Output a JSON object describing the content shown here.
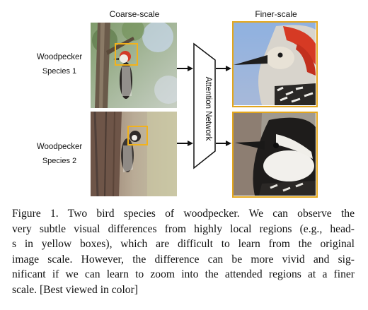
{
  "figure": {
    "header_coarse": "Coarse-scale",
    "header_finer": "Finer-scale",
    "network_label": "Attention Network",
    "rows": [
      {
        "title": "Woodpecker",
        "subtitle": "Species 1"
      },
      {
        "title": "Woodpecker",
        "subtitle": "Species 2"
      }
    ],
    "colors": {
      "attention_box": "#f2b21b",
      "frame": "#e3a61c",
      "arrow": "#111111"
    },
    "icons": [
      "woodpecker-photo",
      "arrow-right-icon",
      "trapezoid-network-shape"
    ]
  },
  "caption": {
    "lines": [
      "Figure 1. Two bird species of woodpecker.  We can observe the",
      "very subtle visual differences from highly local regions (e.g., head-",
      "s in yellow boxes), which are difficult to learn from the original",
      "image scale.  However, the difference can be more vivid and sig-",
      "nificant if we can learn to zoom into the attended regions at a finer",
      "scale. [Best viewed in color]"
    ]
  }
}
